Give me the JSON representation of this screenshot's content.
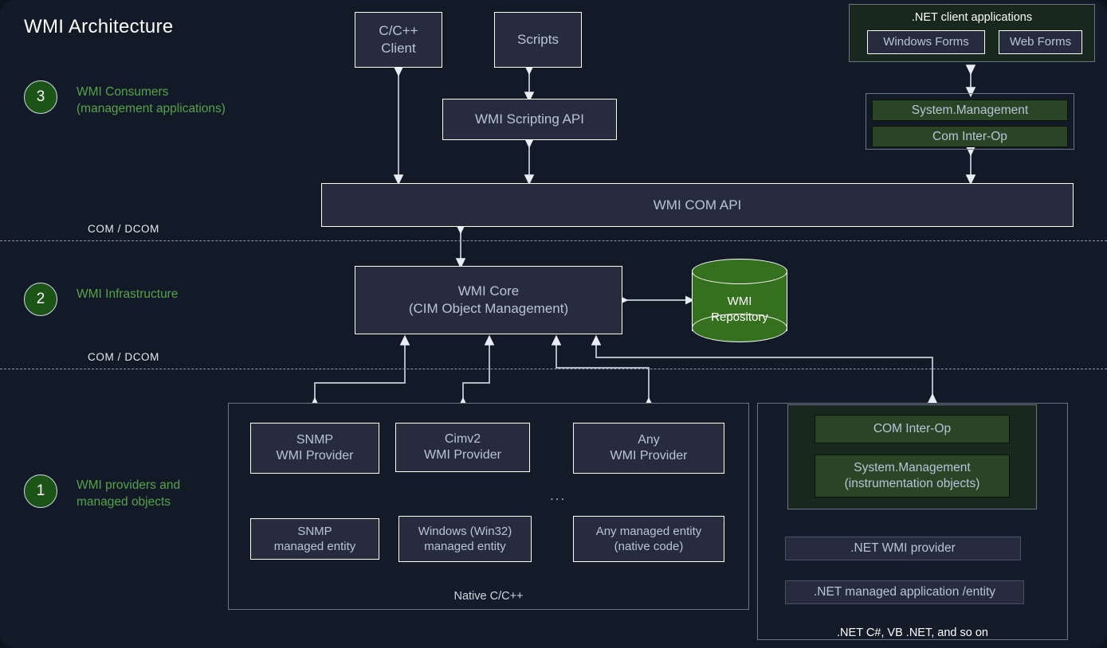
{
  "page": {
    "title": "WMI Architecture",
    "background": "#121a28",
    "accent_green": "#56a24a",
    "node_fill": "#262c3d",
    "green_fill": "#2a4526",
    "repository_fill": "#35701f",
    "text_color": "#b9c3d8"
  },
  "layers": [
    {
      "number": "3",
      "label": "WMI Consumers\n(management applications)"
    },
    {
      "number": "2",
      "label": "WMI Infrastructure"
    },
    {
      "number": "1",
      "label": "WMI providers and\nmanaged objects"
    }
  ],
  "separators": [
    {
      "label": "COM / DCOM"
    },
    {
      "label": "COM / DCOM"
    }
  ],
  "consumers": {
    "cpp_client": "C/C++\nClient",
    "scripts": "Scripts",
    "scripting_api": "WMI Scripting API",
    "com_api": "WMI COM API",
    "dotnet_clients": {
      "caption": ".NET client applications",
      "windows_forms": "Windows Forms",
      "web_forms": "Web Forms"
    },
    "dotnet_interop": {
      "system_management": "System.Management",
      "com_interop": "Com Inter-Op"
    }
  },
  "infrastructure": {
    "core": "WMI Core\n(CIM Object Management)",
    "repository": "WMI\nRepository"
  },
  "providers": {
    "native_container_caption": "Native C/C++",
    "ellipsis": "...",
    "items": [
      {
        "provider": "SNMP\nWMI Provider",
        "entity": "SNMP\nmanaged entity"
      },
      {
        "provider": "Cimv2\nWMI Provider",
        "entity": "Windows (Win32)\nmanaged entity"
      },
      {
        "provider": "Any\nWMI Provider",
        "entity": "Any managed entity\n(native code)"
      }
    ],
    "dotnet": {
      "com_interop": "COM Inter-Op",
      "system_management": "System.Management\n(instrumentation objects)",
      "wmi_provider": ".NET WMI provider",
      "managed_app": ".NET managed application /entity",
      "caption": ".NET C#, VB .NET, and so on"
    }
  }
}
